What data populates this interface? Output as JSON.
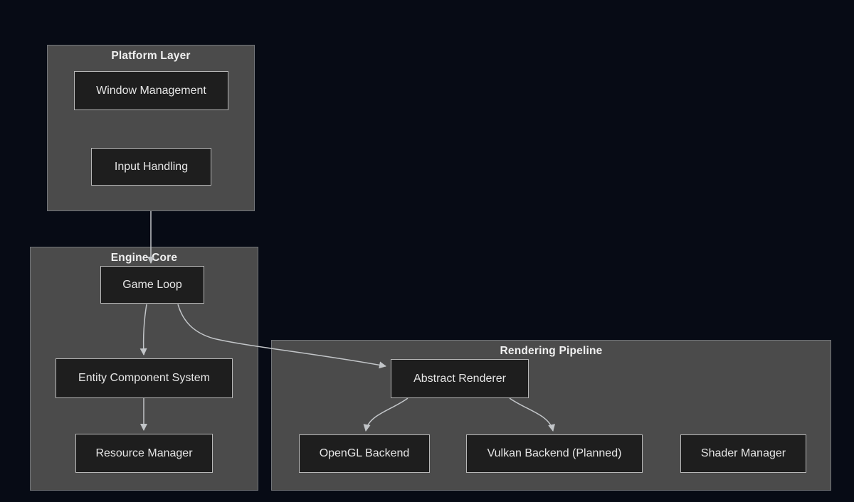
{
  "diagram": {
    "type": "flowchart",
    "direction": "top-down",
    "background_color": "#070b15",
    "cluster_fill": "#4b4b4b",
    "node_fill": "#1e1e1e",
    "node_border": "#b8b8b8",
    "edge_color": "#c2c5c8",
    "text_color": "#e6e6e6",
    "clusters": [
      {
        "title": "Platform Layer"
      },
      {
        "title": "Engine Core"
      },
      {
        "title": "Rendering Pipeline"
      }
    ],
    "nodes": [
      {
        "label": "Window Management",
        "cluster": "Platform Layer"
      },
      {
        "label": "Input Handling",
        "cluster": "Platform Layer"
      },
      {
        "label": "Game Loop",
        "cluster": "Engine Core"
      },
      {
        "label": "Entity Component System",
        "cluster": "Engine Core"
      },
      {
        "label": "Resource Manager",
        "cluster": "Engine Core"
      },
      {
        "label": "Abstract Renderer",
        "cluster": "Rendering Pipeline"
      },
      {
        "label": "OpenGL Backend",
        "cluster": "Rendering Pipeline"
      },
      {
        "label": "Vulkan Backend (Planned)",
        "cluster": "Rendering Pipeline"
      },
      {
        "label": "Shader Manager",
        "cluster": "Rendering Pipeline"
      }
    ],
    "edges": [
      {
        "from": "Platform Layer",
        "to": "Game Loop"
      },
      {
        "from": "Game Loop",
        "to": "Entity Component System"
      },
      {
        "from": "Game Loop",
        "to": "Abstract Renderer"
      },
      {
        "from": "Entity Component System",
        "to": "Resource Manager"
      },
      {
        "from": "Abstract Renderer",
        "to": "OpenGL Backend"
      },
      {
        "from": "Abstract Renderer",
        "to": "Vulkan Backend (Planned)"
      }
    ]
  }
}
